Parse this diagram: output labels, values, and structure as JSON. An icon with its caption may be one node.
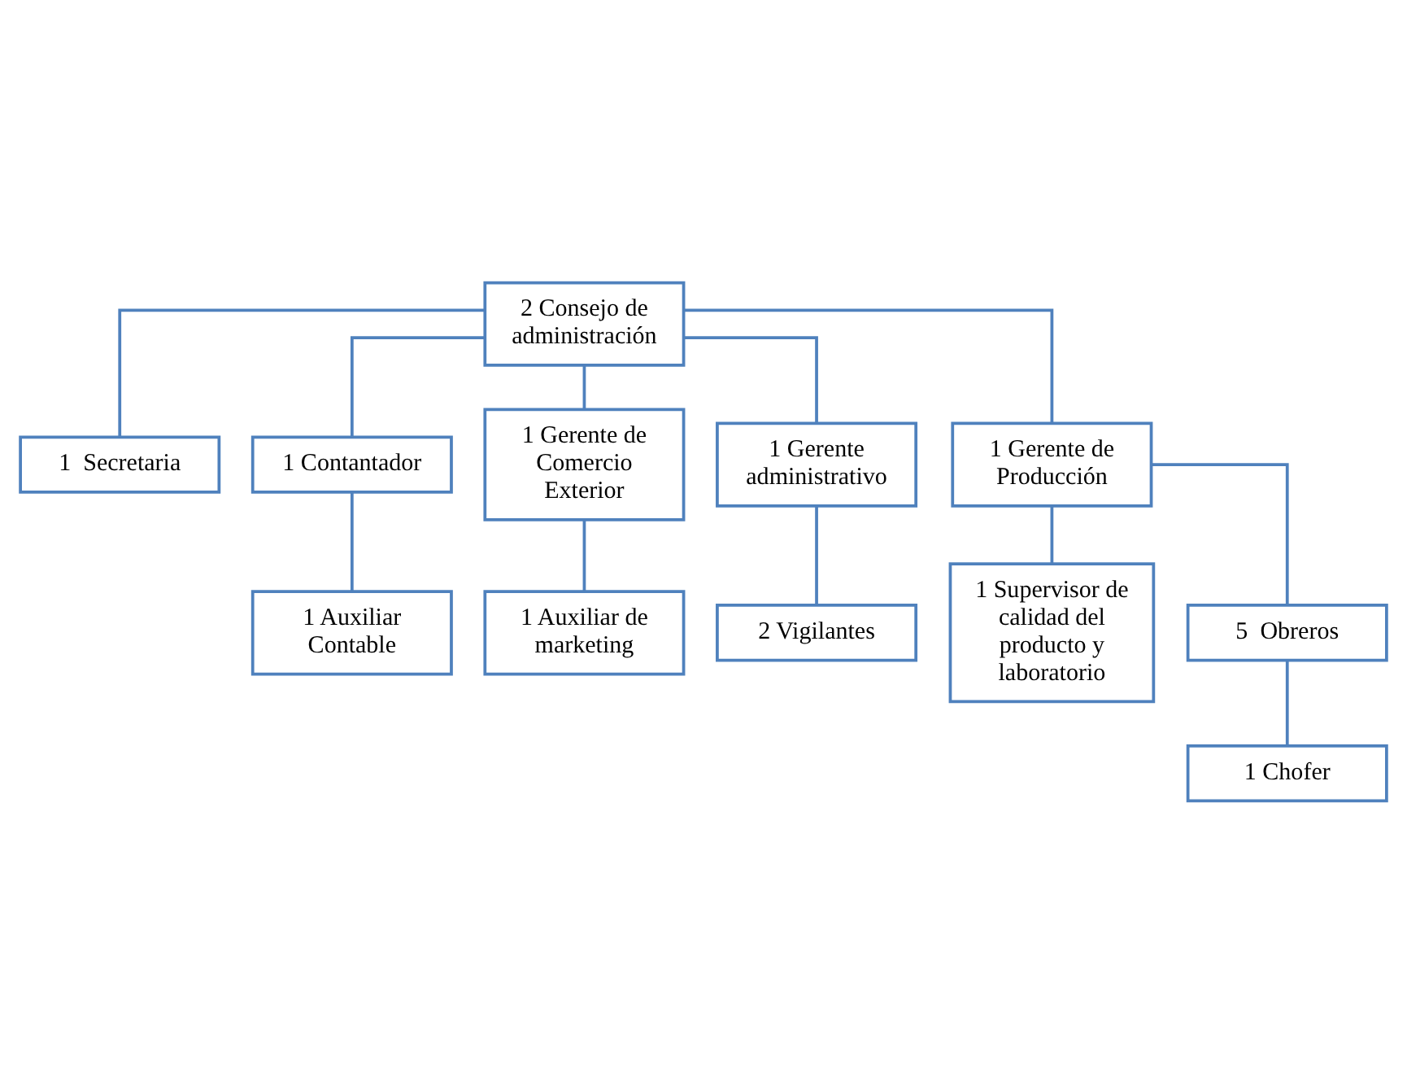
{
  "diagram": {
    "nodes": [
      {
        "text": [
          "2 Consejo de administración"
        ]
      },
      {
        "text": [
          "1  Secretaria"
        ]
      },
      {
        "text": [
          "1 Contantador"
        ]
      },
      {
        "text": [
          "1 Auxiliar Contable"
        ]
      },
      {
        "text": [
          "1 Gerente de Comercio Exterior"
        ]
      },
      {
        "text": [
          "1 Gerente administrativo"
        ]
      },
      {
        "text": [
          "1 Gerente de Producción"
        ]
      },
      {
        "text": [
          "1 Auxiliar de marketing"
        ]
      },
      {
        "text": [
          "2 Vigilantes"
        ]
      },
      {
        "text": [
          "1 Supervisor de calidad del producto y laboratorio"
        ]
      },
      {
        "text": [
          "5  Obreros"
        ]
      },
      {
        "text": [
          "1 Chofer"
        ]
      }
    ],
    "edges": [
      {
        "from": 0,
        "to": 1,
        "arrow": "none"
      },
      {
        "from": 0,
        "to": 2,
        "arrow": "none"
      },
      {
        "from": 2,
        "to": 3,
        "arrow": "none"
      },
      {
        "from": 0,
        "to": 4,
        "arrow": "none"
      },
      {
        "from": 0,
        "to": 5,
        "arrow": "none"
      },
      {
        "from": 0,
        "to": 6,
        "arrow": "none"
      },
      {
        "from": 4,
        "to": 7,
        "arrow": "none"
      },
      {
        "from": 5,
        "to": 8,
        "arrow": "none"
      },
      {
        "from": 6,
        "to": 9,
        "arrow": "none"
      },
      {
        "from": 6,
        "to": 10,
        "arrow": "none"
      },
      {
        "from": 10,
        "to": 11,
        "arrow": "none"
      }
    ]
  }
}
